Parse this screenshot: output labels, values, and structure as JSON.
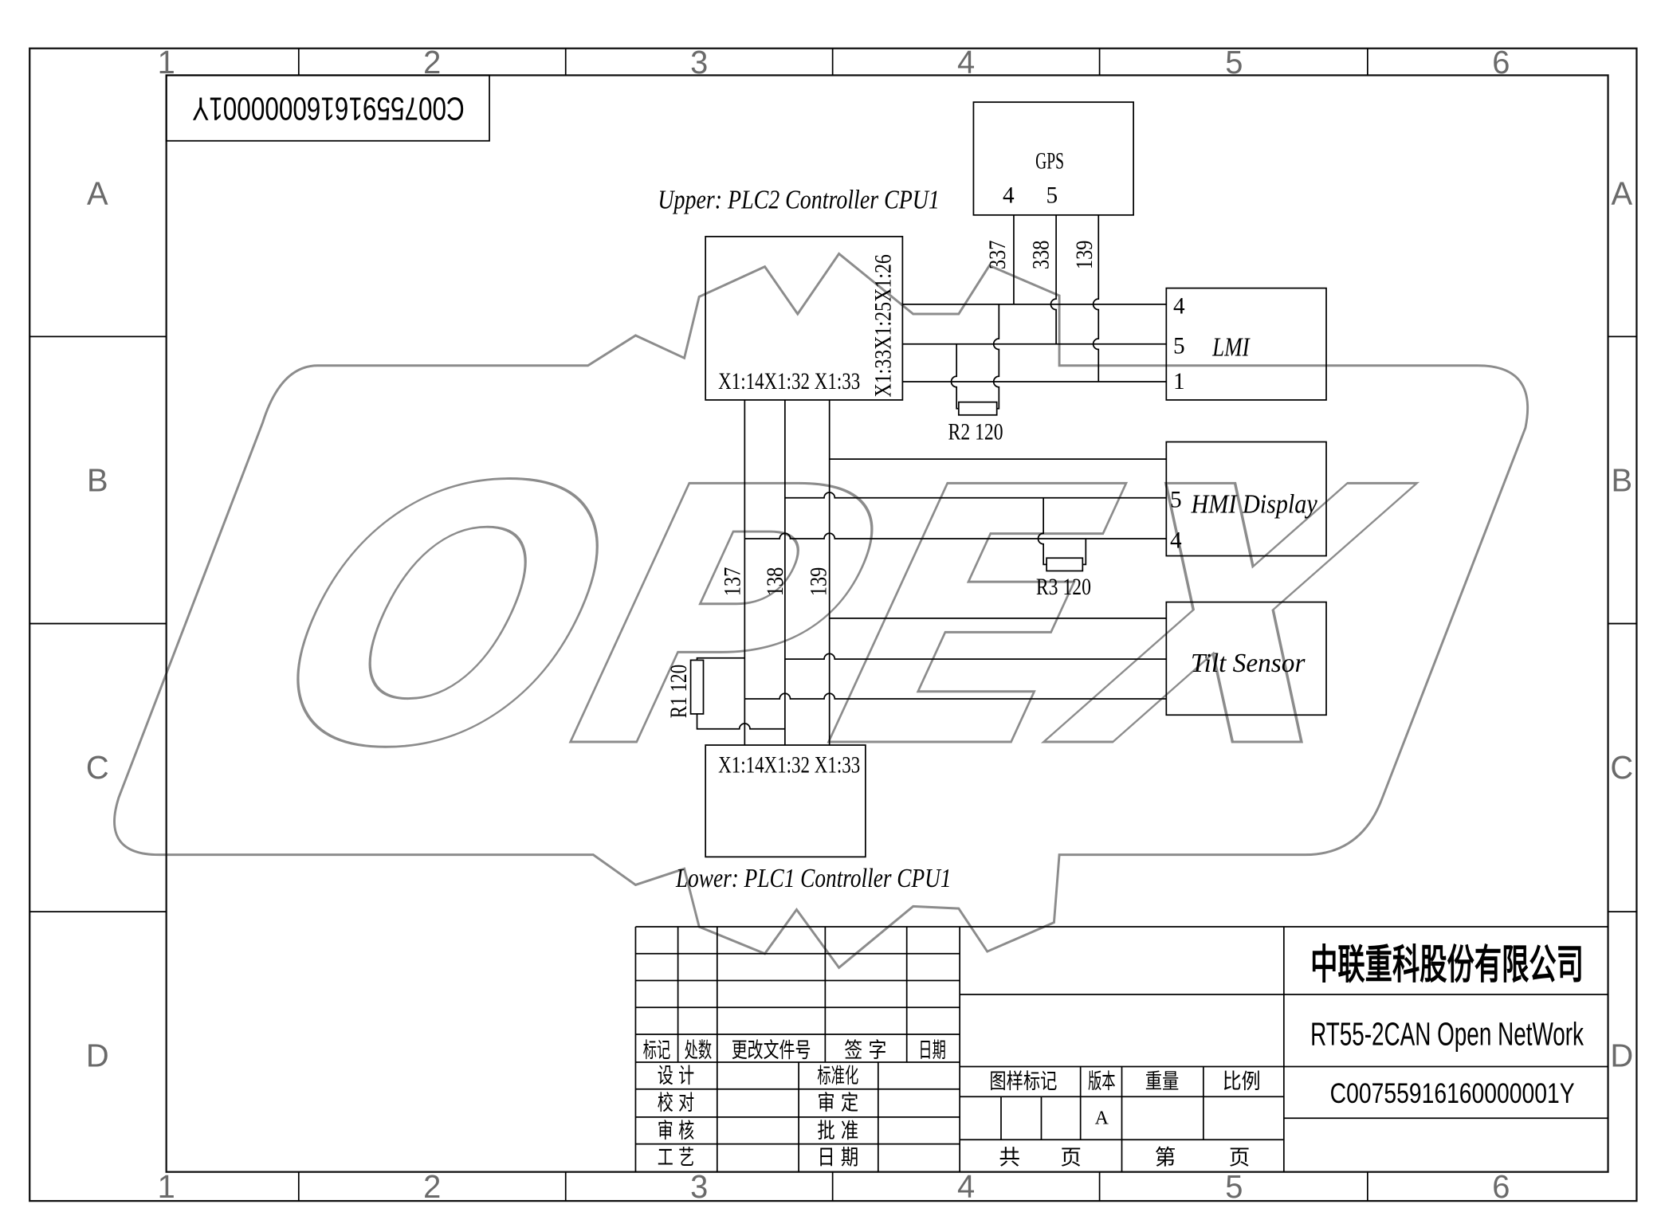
{
  "colors": {
    "line": "#000000",
    "watermark": "#8c8c8c",
    "zone_labels": "#6a6a6a"
  },
  "frame": {
    "col_numbers": [
      "1",
      "2",
      "3",
      "4",
      "5",
      "6"
    ],
    "row_letters": [
      "A",
      "B",
      "C",
      "D"
    ],
    "corner_drawing_number": "C00755916160000001Y"
  },
  "watermark": {
    "text": "OPEX"
  },
  "gps": {
    "title": "GPS",
    "pins": [
      "4",
      "5"
    ],
    "wire_labels": [
      "337",
      "338",
      "139"
    ]
  },
  "upper_controller": {
    "title": "Upper: PLC2 Controller CPU1",
    "bottom_terminals": "X1:14X1:32 X1:33",
    "side_terminals": "X1:33X1:25X1:26"
  },
  "lmi": {
    "label": "LMI",
    "pins": [
      "4",
      "5",
      "1"
    ]
  },
  "r2": {
    "label": "R2 120"
  },
  "bus": {
    "wire_labels": [
      "137",
      "138",
      "139"
    ]
  },
  "hmi": {
    "label": "HMI Display",
    "pins": [
      "5",
      "4"
    ]
  },
  "r3": {
    "label": "R3 120"
  },
  "tilt_sensor": {
    "label": "Tilt Sensor"
  },
  "r1": {
    "label": "R1 120"
  },
  "lower_controller": {
    "title": "Lower: PLC1 Controller CPU1",
    "top_terminals": "X1:14X1:32 X1:33"
  },
  "title_block": {
    "revision_headers": [
      "标记",
      "处数",
      "更改文件号",
      "签 字",
      "日期"
    ],
    "approvals_left": [
      "设 计",
      "校 对",
      "审 核",
      "工 艺"
    ],
    "approvals_right": [
      "标准化",
      "审 定",
      "批 准",
      "日 期"
    ],
    "info_headers": [
      "图样标记",
      "版本",
      "重量",
      "比例"
    ],
    "version": "A",
    "sheet": [
      "共",
      "页",
      "第",
      "页"
    ],
    "company": "中联重科股份有限公司",
    "drawing_title": "RT55-2CAN Open NetWork",
    "drawing_number": "C00755916160000001Y"
  }
}
